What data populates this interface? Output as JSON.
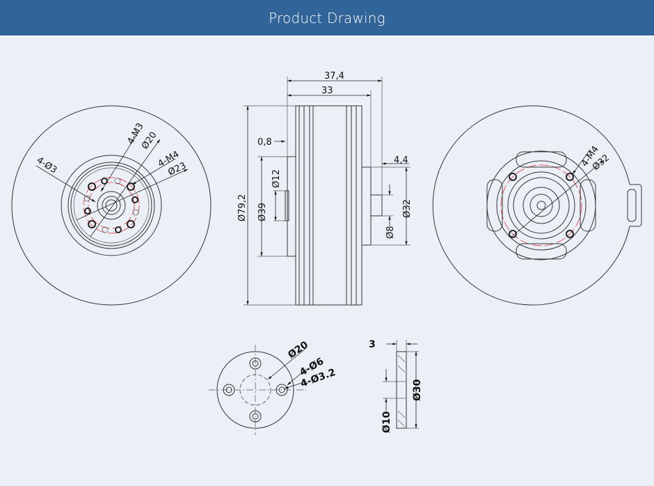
{
  "header": {
    "title": "Product Drawing"
  },
  "front_view": {
    "labels": [
      "4-Ø3",
      "4-M3",
      "Ø20",
      "4-M4",
      "Ø23"
    ]
  },
  "side_view": {
    "labels": {
      "overall_length": "37,4",
      "body_length": "33",
      "flange_offset": "0,8",
      "shaft_length": "4,4",
      "outer_diameter": "Ø79,2",
      "base_diameter": "Ø39",
      "hub_diameter": "Ø12",
      "boss_diameter": "Ø32",
      "shaft_diameter": "Ø8"
    }
  },
  "rear_view": {
    "labels": [
      "4-M4",
      "Ø32"
    ]
  },
  "adapter_front": {
    "labels": [
      "Ø20",
      "4-Ø6",
      "4-Ø3.2"
    ]
  },
  "adapter_side": {
    "labels": {
      "thickness": "3",
      "outer": "Ø30",
      "inner": "Ø10"
    }
  },
  "colors": {
    "header": "#31659a",
    "background": "#ebf0f7",
    "center_circle": "#e03030"
  }
}
